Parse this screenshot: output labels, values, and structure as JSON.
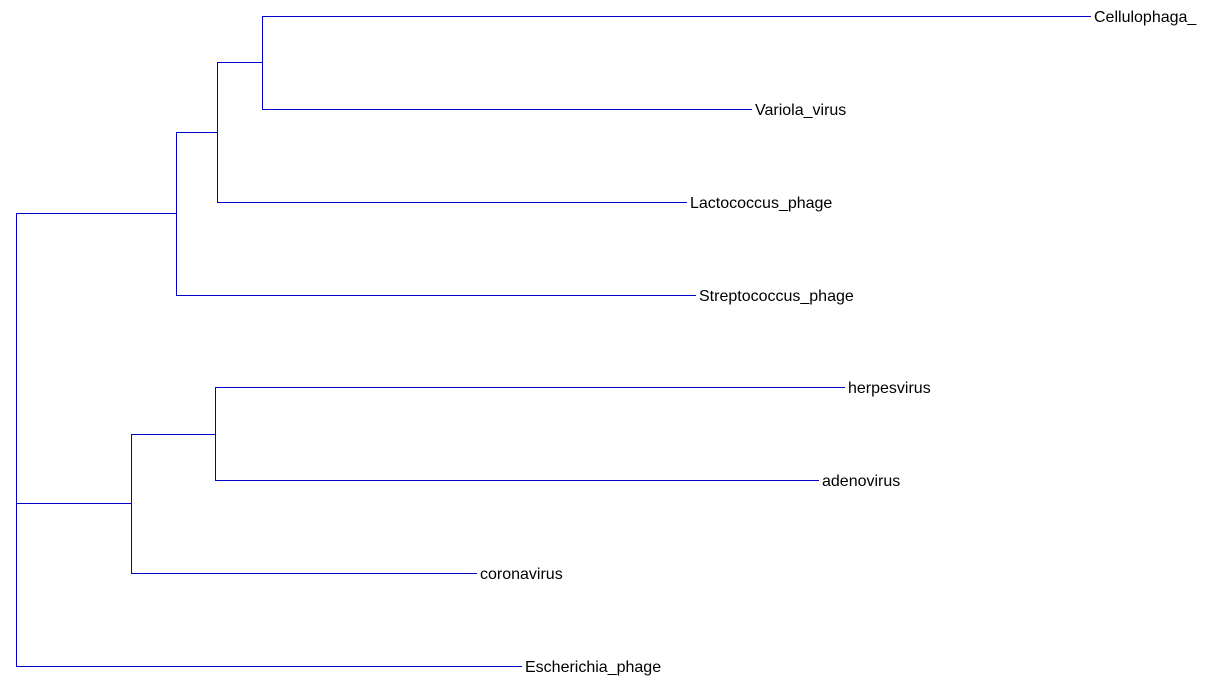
{
  "tree": {
    "line_color": "#0000c8",
    "leaves": [
      {
        "id": "cellulophaga",
        "label": "Cellulophaga_"
      },
      {
        "id": "variola",
        "label": "Variola_virus"
      },
      {
        "id": "lactococcus",
        "label": "Lactococcus_phage"
      },
      {
        "id": "streptococcus",
        "label": "Streptococcus_phage"
      },
      {
        "id": "herpesvirus",
        "label": "herpesvirus"
      },
      {
        "id": "adenovirus",
        "label": "adenovirus"
      },
      {
        "id": "coronavirus",
        "label": "coronavirus"
      },
      {
        "id": "escherichia",
        "label": "Escherichia_phage"
      }
    ]
  }
}
